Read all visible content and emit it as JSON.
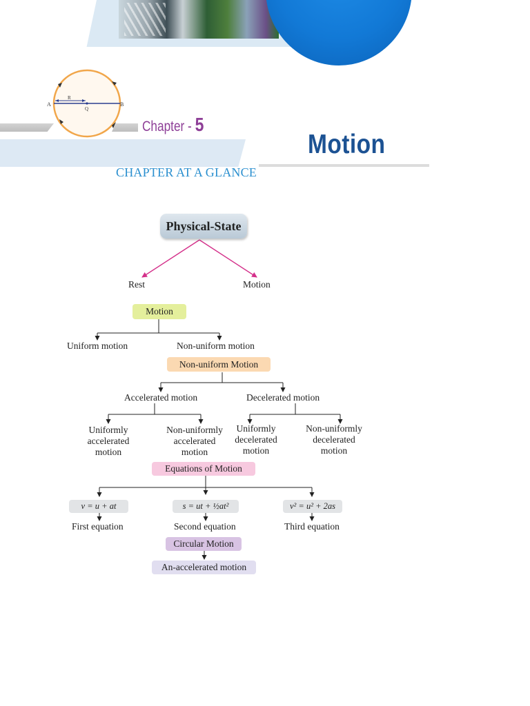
{
  "header": {
    "chapter_label": "Chapter -",
    "chapter_number": "5",
    "title": "Motion",
    "subtitle": "CHAPTER AT A GLANCE",
    "diagram_labels": {
      "a": "A",
      "b": "B",
      "r": "R",
      "q": "Q"
    }
  },
  "flowchart": {
    "root": "Physical-State",
    "states": [
      "Rest",
      "Motion"
    ],
    "motion_box": "Motion",
    "motion_types": [
      "Uniform motion",
      "Non-uniform motion"
    ],
    "nonuniform_box": "Non-uniform Motion",
    "nonuniform_types": [
      "Accelerated motion",
      "Decelerated motion"
    ],
    "accelerated_types": [
      [
        "Uniformly",
        "accelerated",
        "motion"
      ],
      [
        "Non-uniformly",
        "accelerated",
        "motion"
      ]
    ],
    "decelerated_types": [
      [
        "Uniformly",
        "decelerated",
        "motion"
      ],
      [
        "Non-uniformly",
        "decelerated",
        "motion"
      ]
    ],
    "equations_box": "Equations of Motion",
    "equations": [
      "v = u + at",
      "s = ut + ½at²",
      "v² = u² + 2as"
    ],
    "equation_names": [
      "First equation",
      "Second equation",
      "Third equation"
    ],
    "circular_box": "Circular Motion",
    "circular_result": "An-accelerated motion"
  },
  "colors": {
    "chapter_purple": "#8e3f97",
    "title_blue": "#1c5293",
    "glance_blue": "#2a8fcf",
    "arrow_magenta": "#d4308a"
  }
}
